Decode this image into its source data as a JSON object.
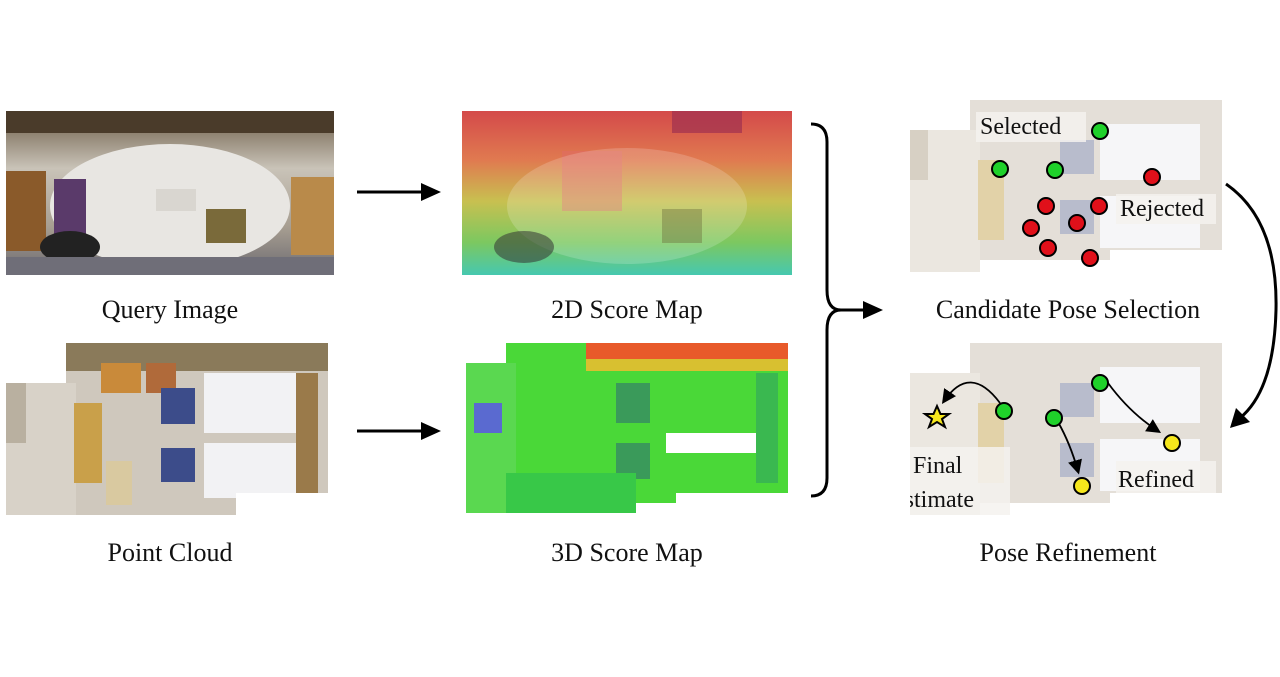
{
  "captions": {
    "query_image": "Query Image",
    "point_cloud": "Point Cloud",
    "score_2d": "2D Score Map",
    "score_3d": "3D Score Map",
    "candidate_selection": "Candidate Pose Selection",
    "pose_refinement": "Pose Refinement"
  },
  "annotations": {
    "selected": "Selected",
    "rejected": "Rejected",
    "final": "Final",
    "estimate": "Estimate",
    "refined": "Refined"
  },
  "colors": {
    "selected": "#1fd12a",
    "rejected": "#e0101a",
    "refined": "#f5e61c",
    "final_star": "#f5e61c"
  }
}
